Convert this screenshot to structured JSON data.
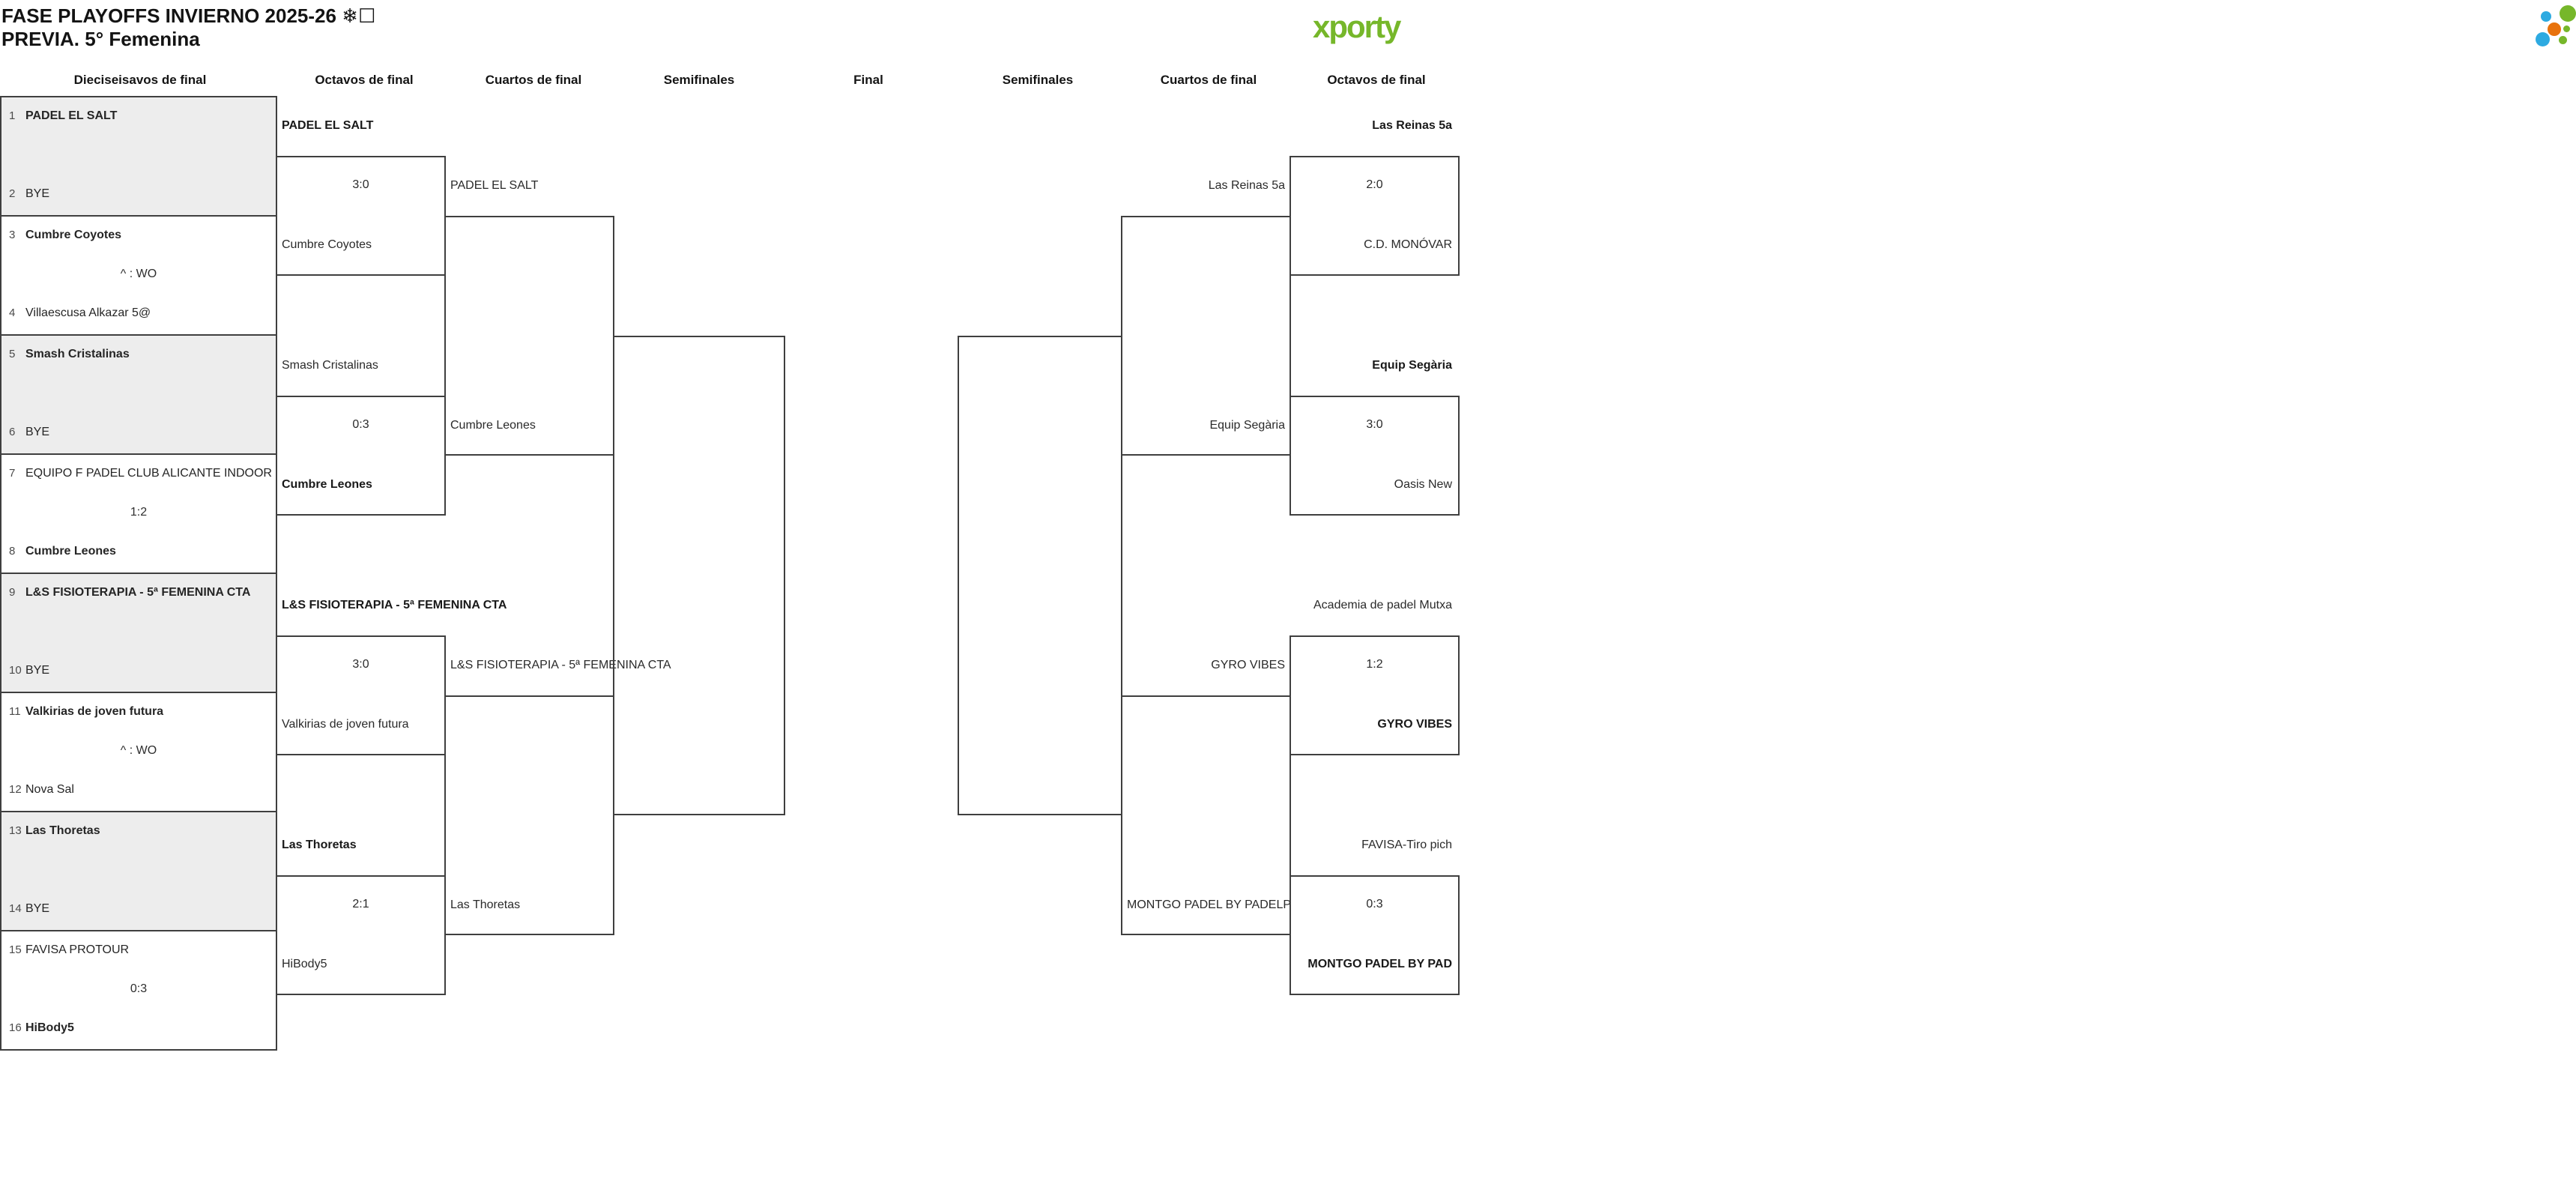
{
  "title": {
    "line1": "FASE PLAYOFFS INVIERNO 2025-26 ❄☐",
    "line2": "PREVIA. 5° Femenina"
  },
  "logo": {
    "text": "xporty",
    "green": "#76b72a",
    "blue": "#2daae1",
    "orange": "#e8720c"
  },
  "round_headers": [
    "Dieciseisavos de final",
    "Octavos de final",
    "Cuartos de final",
    "Semifinales",
    "Final",
    "Semifinales",
    "Cuartos de final",
    "Octavos de final"
  ],
  "left": {
    "dieciseisavos": [
      {
        "seed": "1",
        "name": "PADEL EL SALT"
      },
      {
        "seed": "2",
        "name": "BYE"
      },
      {
        "seed": "3",
        "name": "Cumbre Coyotes"
      },
      {
        "seed": "4",
        "name": "Villaescusa Alkazar 5@"
      },
      {
        "seed": "5",
        "name": "Smash Cristalinas"
      },
      {
        "seed": "6",
        "name": "BYE"
      },
      {
        "seed": "7",
        "name": "EQUIPO F PADEL CLUB ALICANTE INDOOR"
      },
      {
        "seed": "8",
        "name": "Cumbre Leones"
      },
      {
        "seed": "9",
        "name": "L&S FISIOTERAPIA - 5ª FEMENINA CTA"
      },
      {
        "seed": "10",
        "name": "BYE"
      },
      {
        "seed": "11",
        "name": "Valkirias de joven futura"
      },
      {
        "seed": "12",
        "name": "Nova Sal"
      },
      {
        "seed": "13",
        "name": "Las Thoretas"
      },
      {
        "seed": "14",
        "name": "BYE"
      },
      {
        "seed": "15",
        "name": "FAVISA PROTOUR"
      },
      {
        "seed": "16",
        "name": "HiBody5"
      }
    ],
    "dieciseisavos_scores": [
      "",
      "^ : WO",
      "",
      "1:2",
      "",
      "^ : WO",
      "",
      "0:3"
    ],
    "octavos": [
      {
        "top": "PADEL EL SALT",
        "score": "3:0",
        "bottom": "Cumbre Coyotes"
      },
      {
        "top": "Smash Cristalinas",
        "score": "0:3",
        "bottom": "Cumbre Leones"
      },
      {
        "top": "L&S FISIOTERAPIA - 5ª FEMENINA CTA",
        "score": "3:0",
        "bottom": "Valkirias de joven futura"
      },
      {
        "top": "Las Thoretas",
        "score": "2:1",
        "bottom": "HiBody5"
      }
    ],
    "cuartos": [
      {
        "top": "PADEL EL SALT",
        "bottom": "Cumbre Leones"
      },
      {
        "top": "L&S FISIOTERAPIA - 5ª FEMENINA CTA",
        "bottom": "Las Thoretas"
      }
    ]
  },
  "right": {
    "cuartos": [
      {
        "top": "Las Reinas 5a",
        "bottom": "Equip Segària"
      },
      {
        "top": "GYRO VIBES",
        "bottom": "MONTGO PADEL BY PADELP"
      }
    ],
    "octavos": [
      {
        "top": "Las Reinas 5a",
        "score": "2:0",
        "bottom": "C.D. MONÓVAR"
      },
      {
        "top": "Equip Segària",
        "score": "3:0",
        "bottom": "Oasis New"
      },
      {
        "top": "Academia de padel Mutxa",
        "score": "1:2",
        "bottom": "GYRO VIBES"
      },
      {
        "top": "FAVISA-Tiro pich",
        "score": "0:3",
        "bottom": "MONTGO PADEL BY PAD"
      }
    ]
  }
}
